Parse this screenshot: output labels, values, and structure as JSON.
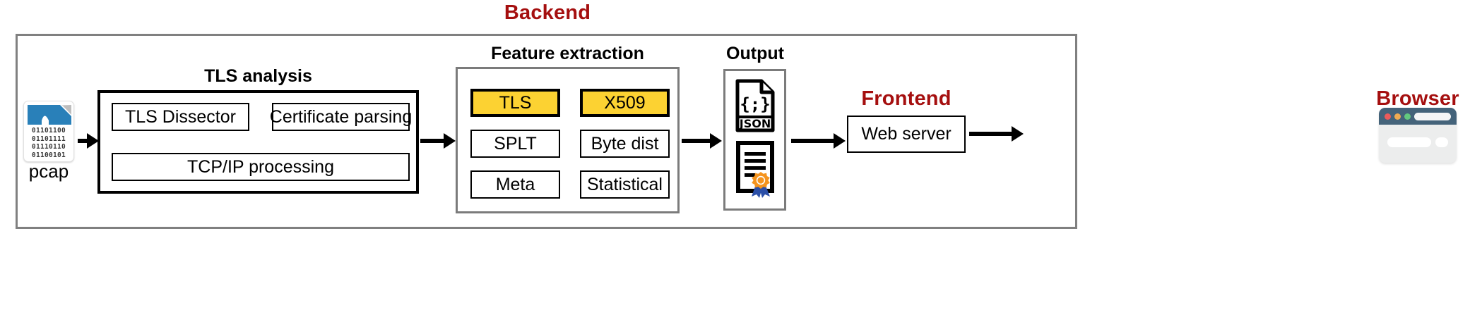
{
  "diagram": {
    "title_backend": "Backend",
    "title_frontend": "Frontend",
    "title_browser": "Browser",
    "accent_red": "#A50F0F",
    "highlight_yellow": "#FCD232",
    "panel_border_gray": "#808080"
  },
  "input": {
    "icon_name": "pcap-file-icon",
    "label": "pcap",
    "binary_lines": [
      "01101100",
      "01101111",
      "01110110",
      "01100101"
    ]
  },
  "tls_analysis": {
    "title": "TLS analysis",
    "nodes": [
      {
        "label": "TLS Dissector"
      },
      {
        "label": "Certificate parsing"
      },
      {
        "label": "TCP/IP processing"
      }
    ]
  },
  "feature_extraction": {
    "title": "Feature extraction",
    "columns": [
      {
        "cells": [
          {
            "label": "TLS",
            "highlighted": true
          },
          {
            "label": "SPLT",
            "highlighted": false
          },
          {
            "label": "Meta",
            "highlighted": false
          }
        ]
      },
      {
        "cells": [
          {
            "label": "X509",
            "highlighted": true
          },
          {
            "label": "Byte dist",
            "highlighted": false
          },
          {
            "label": "Statistical",
            "highlighted": false
          }
        ]
      }
    ]
  },
  "output": {
    "title": "Output",
    "artifacts": [
      {
        "icon_name": "json-file-icon",
        "label": "JSON"
      },
      {
        "icon_name": "certificate-icon",
        "label": ""
      }
    ]
  },
  "frontend": {
    "node_label": "Web server"
  },
  "browser": {
    "icon_name": "browser-window-icon"
  }
}
